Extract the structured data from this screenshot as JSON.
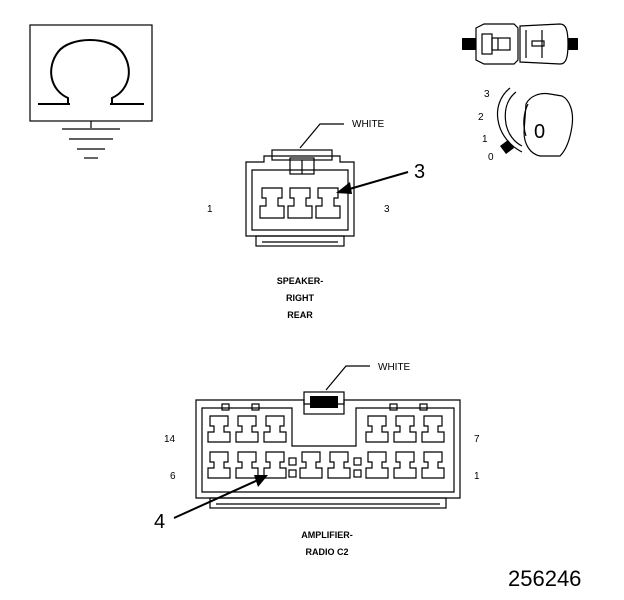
{
  "ohmmeter": {
    "symbol": "Ω",
    "selector_marks": [
      "3",
      "2",
      "1",
      "0"
    ],
    "knob_value": "0"
  },
  "speaker_connector": {
    "latch_label": "WHITE",
    "pin_left": "1",
    "pin_right": "3",
    "callout": "3",
    "name_lines": [
      "SPEAKER-",
      "RIGHT",
      "REAR"
    ]
  },
  "amplifier_connector": {
    "latch_label": "WHITE",
    "pin_top_left": "14",
    "pin_top_right": "7",
    "pin_bottom_left": "6",
    "pin_bottom_right": "1",
    "callout": "4",
    "name_lines": [
      "AMPLIFIER-",
      "RADIO C2"
    ]
  },
  "figure_number": "256246",
  "colors": {
    "ink": "#000000",
    "background": "#ffffff",
    "fill_dark": "#000000"
  }
}
